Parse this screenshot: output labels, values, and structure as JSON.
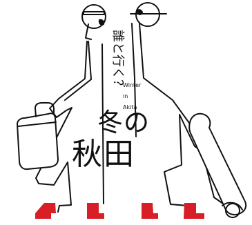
{
  "poster": {
    "question": "誰と行く？",
    "english_title": [
      "Winter",
      "in",
      "Akita"
    ],
    "title_top": "冬の",
    "title_bottom": "秋田"
  },
  "colors": {
    "line": "#111111",
    "boots": "#d91f26",
    "background": "#ffffff"
  },
  "icons": {
    "left_luggage": "suitcase-icon",
    "right_luggage": "ski-bag-icon"
  }
}
